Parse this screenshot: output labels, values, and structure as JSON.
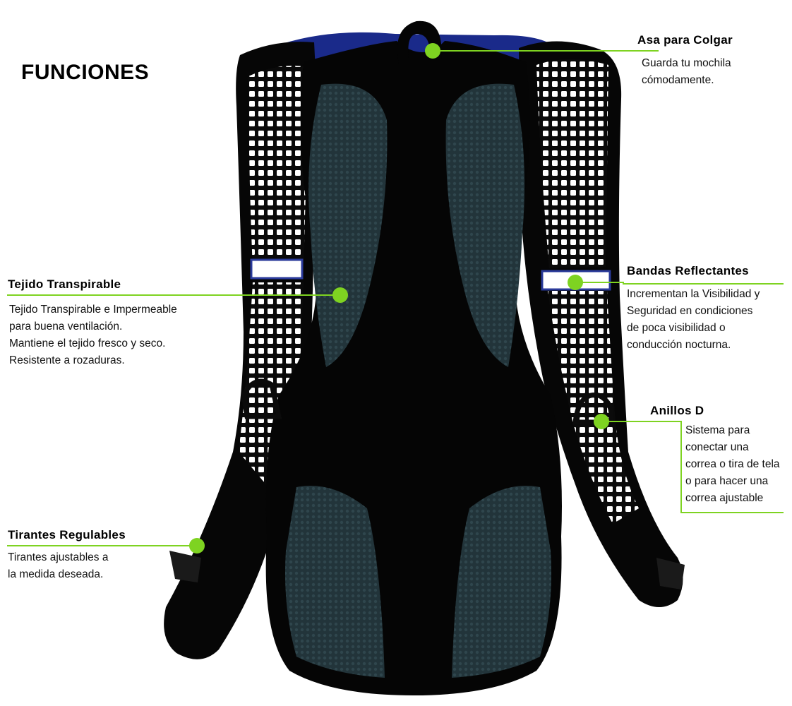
{
  "page_title": "FUNCIONES",
  "accent_color": "#7ed321",
  "features": [
    {
      "id": "asa",
      "title": "Asa para Colgar",
      "desc": [
        "Guarda tu mochila",
        "cómodamente."
      ]
    },
    {
      "id": "tejido",
      "title": "Tejido Transpirable",
      "desc": [
        "Tejido Transpirable e Impermeable",
        "para buena ventilación.",
        "Mantiene el tejido fresco y seco.",
        "Resistente a rozaduras."
      ]
    },
    {
      "id": "bandas",
      "title": "Bandas Reflectantes",
      "desc": [
        "Incrementan la Visibilidad y",
        "Seguridad en condiciones",
        "de poca visibilidad o",
        "conducción nocturna."
      ]
    },
    {
      "id": "anillos",
      "title": "Anillos D",
      "desc": [
        "Sistema para",
        "conectar una",
        "correa o tira de tela",
        "o para hacer una",
        "correa ajustable"
      ]
    },
    {
      "id": "tirantes",
      "title": "Tirantes Regulables",
      "desc": [
        "Tirantes ajustables a",
        "la medida deseada."
      ]
    }
  ]
}
